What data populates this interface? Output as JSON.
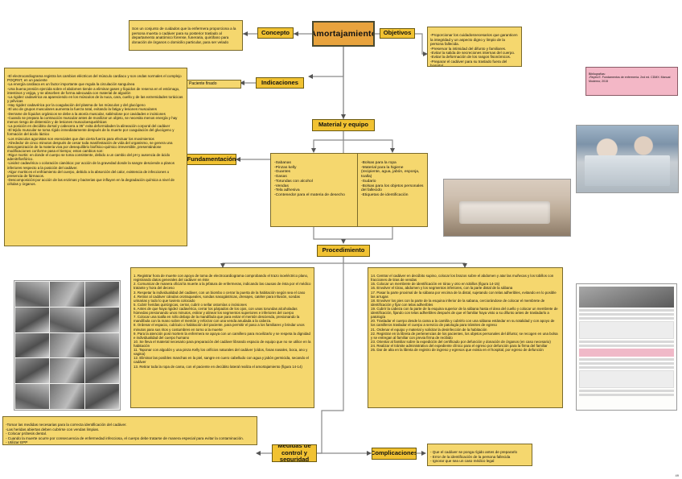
{
  "map": {
    "center_topic": "Amortajamiento",
    "page_number": "49"
  },
  "pills": {
    "concepto": "Concepto",
    "objetivos": "Objetivos",
    "indicaciones": "Indicaciones",
    "fundamentacion": "Fundamentación",
    "material_equipo": "Material y equipo",
    "procedimiento": "Procedimiento",
    "medidas": "Medidas de control y seguridad",
    "complicaciones": "Complicaciones"
  },
  "boxes": {
    "concepto_text": "Son un conjunto de cuidados que la enfermera proporciona a la persona muerta o cadáver para su posterior traslado al departamento anatómico forense, funeraria, quirófano para donación de órganos o domicilio particular, para ser velado",
    "objetivos_text": "-Proporcionar los cuidadosnecesarios que garanticen la integridad y un aspecto digno y limpio de la persona fallecida.\n-Preservar la intimidad del difunto y familiares.\n-Evitar la salida de secreciones internas del cuerpo.\n-Evitar la deformación de los rasgos fisonómicos.\n-Preparar el cadáver para su traslado fuera del hospital.",
    "indicaciones_text": "Paciente finado",
    "fundamentacion_text": "-El electrocardiograma registra los cambios eléctricos del músculo cardiaco y son ondas normales el complejo POQRST, en un paciente\n-La energía cardiaca es un factor importante que regula la circulación sanguínea\n-Una buena presión ejercida sobre el abdomen tiende a eliminar gases y líquidos de reserva en el estómago, intestinos y vejiga, y se absorben de forma adecuada con material de algodón\n-La rigidez cadavérica va apareciendo en los músculos de la nuca, cara, cuello y de las extremidades torácicas y pélvicas\n-Hay rigidez cadavérica por la coagulación del plasma de los músculos y del glucógeno\n-El uso de grupos musculares aumenta la fuerza total, evitando la fatiga y lesiones musculares\n-Derrame de líquidos orgánicos se debe a la atonía muscular, saliéndose por cavidades e incisiones\n-Cuando se prepara la contracción muscular antes de movilizar un objeto, se necesita menos energía y hay menos riesgo de distensión y de lesiones musculoesqueléticas\n-La posición en decúbito dorsal y cabecera a 35° evita deformidaden la alineación corporal del cadáver\n-El tejido muscular se toma rígido inmediatamente después de la muerte por coagulación del glucógeno y formación del ácido láctico\n-Los músculos agonistas son esenciales que dan cierta fuerza para efectuar los movimientos\n-Alrededor de cinco minutos después de cesar toda manifestación de vida del organismo, se genera una desorganización de la materia viva por desequilibrio biofísico-químico irreversible, presentándose modificaciones conforme pasa el tiempo; estos cambios son:\n-Rigor mortis: en donde el cuerpo se toma consistente, debido a un cambio del pH y ausencia de ácido adenitrifosfórico.\n-Lividez cadavérica o coloración cianótica: por acción de la gravedad donde la sangre desciende a planos inferiores respecto a la posición del cadáver.\n-Algor mortis:es el enfriamiento del cuerpo, debido a la absorción del calor, existencia de infecciones o presencia de fármacos.\n-Descomposición:por acción de las enzimas y bacterias que influyen en la degradación química a nivel de células y órganos.",
    "material_left": "-Sabanas\n-Pinzas kelly\n-Guantes\n-Gasas\n-Torundas con alcohol\n-Vendas\n-Tela adhesiva\n-Contenedor para el materia de desecho",
    "material_right": "-Bolsas para la ropa\n-Material para la higiene (recipiente, agua, jabón, esponja, toalla)\n-Sudario\n-Bolsas para los objetos personales del fallecido\n-Etiquetas de identificación",
    "procedimiento_left": "1. Registrar hora de muerte con apoyo de toma de electrocardiograma comprobando el trazo isoeléctrico plano, registrando datos generales del cadáver en éste\n2. Comunicar de manera oficial la muerte a la jefatura de enfermeras, indicando las causas de ésta por el médico tratante y hora del deceso\n3. Respetar la individualidad del cadáver, con un biombo o cerrar la puerta de la habitación según sea el caso\n4. Retirar al cadáver cánulas orotraqueales, sondas nasogástricas, drenajes, catéter para infusión, sondas urinarias y todo lo que tuviera colocado\n5. Cubrir heridas quirúrgicas, cerrar, cubrir o sellar ostomías o incisiones\n6. Antes de que haya rigidez cadavérica, cerrar los párpados de los ojos, con unas torundas alcoholadas húmedas presionando unos minutos, estirar y alinear los segmentos superiores e inferiores del cuerpo\n7. Colocar una toalla en rollo debajo de la mandíbula que para evitar el mentón descienda, presionando la mandíbula con la mano sobre el mentón y reforzar con una venda anudada a la cabeza.\n8. Ordenar el espacio, cubículo o habitación del paciente, para permitir el paso a los familiares y brindar unos minutos para sus ritos y costumbres en torno a la muerte\n9. Para la atención post mortem la enfermera se apoya con un camillero para movilizarlo y se respeta la dignidad e individualidad del cuerpo humano\n10. Se lleva el material necesario para preparación del cadáver librando espacio de equipo que no se utilice en la habitación\n11. Taponar con algodón y una pinza Kelly los orificios naturales del cadáver (oídos, fosas nasales, boca, ano y vagina)\n12. Eliminar las posibles manchas en la piel, sangre en cuero cabelludo con agua y jabón germicida, secando el cadáver\n13. Retirar toda la ropa de cama, con el paciente en decúbito lateral realiza el amortajamiento (figura 14-14)",
    "procedimiento_right": "14. Centrar el cadáver en decúbito supino, colocar los brazos sobre el abdomen y atar las muñecas y los tobillos con fracciones de tiras de vendas\n15. Colocar un membrete de identificación en tórax y otro en tobillos (figura 14-15)\n16. Envolver el tórax, abdomen y los segmentos inferiores, con la parte distal de la sábana\n17. Pasar la parte proximal de la sábana por encima de la distal, sujetando con telas adheribles, evitando en lo posible las arrugas\n18. Envolver los pies con la parte de la esquina inferior de la sabana, cerciorándose de colocar el membrete de identificación y fijar con telas adheribles\n19. Cubrir la cabeza con la parte de la esquina superior de la sábana hasta el área del cuello y colocar un membrete de identificación, fijando con telas adheribles después de que el familiar haya visto a su difunto antes de trasladarlo a patología\n20. Trasladar el cuerpo desde la cama a la camilla y cubrirlo con una sábana estándar en su totalidad y con apoyo de los camilleros trasladar el cuerpo a servicio de patología para trámites de egreso\n21. Ordenar el equipo y material y solicitar la desinfección de la habitación\n22. Registrar en la libreta de pertenencias de los pacientes, los objetos personales del difunto; se recogen en una bolsa y se entregan al familiar con previa firma de recibido\n23. Orientar al familiar sobre la expedición del certificado por defunción y donación de órganos (en caso necesario)\n24. Realizar el trámite administrativo del expediente clínico para el egreso por defunción para la firma del familiar\n25. Dar de alta en la libreta de registro de ingreso y egresos que exista en el hospital, por egreso de defunción",
    "medidas_text": "-Tomar las medidas necesarias para la correcta identificación del cadáver.\n-Las heridas abiertas deben cubrirse con vendas limpias.\n- Colocar prótesis dental.\n- Cuando la muerte ocurre por consecuencia de enfermedad infecciosa, el cuerpo debe tratarse de manera especial para evitar la contaminación.\n- Utilizar EPP",
    "complicaciones_text": "- Que el cadáver se ponga rígido antes de prepararlo\n- Error de la identificación de la persona fallecida\n- Ignorar que sea un caso médico legal",
    "bibliografia_text": "Bibliografías:\n-Reyes E. Fundamentos de enfermería. 2nd ed. CDMX: Manual Moderno; 2015"
  },
  "photos": {
    "bed_caption": "photo-deceased-patient-bed",
    "nurses_caption": "photo-nurses-wrapping-body",
    "grid_caption": "photo-grid-procedure-steps",
    "doc_caption": "photo-document-form"
  },
  "colors": {
    "center_fill": "#e8a33d",
    "pill_fill": "#f1c232",
    "note_fill": "#f5d76e",
    "biblio_fill": "#f3b7c6",
    "border": "#7a6a2a",
    "link": "#8a8a8a"
  }
}
